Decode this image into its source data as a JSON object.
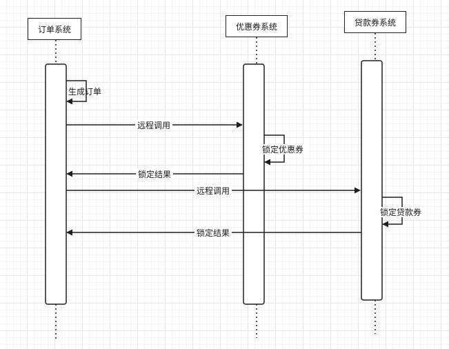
{
  "participants": {
    "order": "订单系统",
    "coupon": "优惠券系统",
    "loan": "贷款券系统"
  },
  "messages": {
    "generate_order": "生成订单",
    "remote_call_coupon": "远程调用",
    "lock_coupon": "锁定优惠券",
    "lock_result_coupon": "锁定结果",
    "remote_call_loan": "远程调用",
    "lock_loan": "锁定贷款券",
    "lock_result_loan": "锁定结果"
  },
  "colors": {
    "stroke": "#1f1f1f",
    "grid": "#e6e6e6",
    "background": "#ffffff"
  }
}
